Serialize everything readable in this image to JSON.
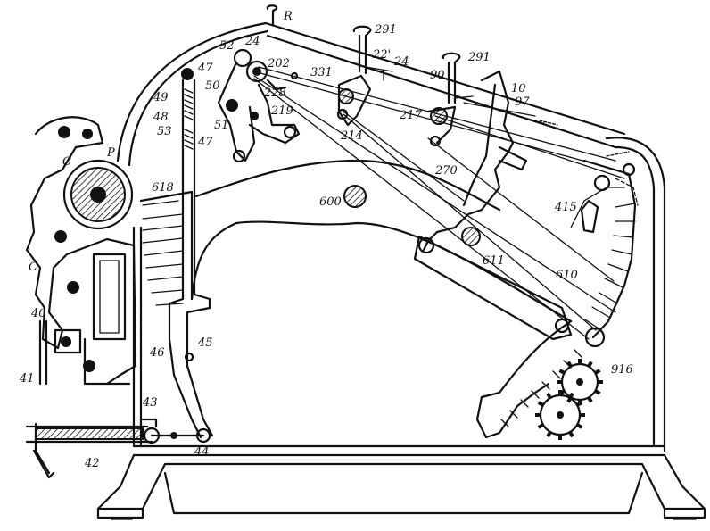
{
  "figure": {
    "labels": [
      {
        "id": "R",
        "text": "R"
      },
      {
        "id": "291a",
        "text": "291"
      },
      {
        "id": "291b",
        "text": "291"
      },
      {
        "id": "24a",
        "text": "24"
      },
      {
        "id": "24b",
        "text": "24"
      },
      {
        "id": "22",
        "text": "22'"
      },
      {
        "id": "52",
        "text": "52"
      },
      {
        "id": "202",
        "text": "202"
      },
      {
        "id": "331",
        "text": "331"
      },
      {
        "id": "90",
        "text": "90"
      },
      {
        "id": "10",
        "text": "10"
      },
      {
        "id": "97",
        "text": "97"
      },
      {
        "id": "47a",
        "text": "47"
      },
      {
        "id": "49",
        "text": "49"
      },
      {
        "id": "50",
        "text": "50"
      },
      {
        "id": "228",
        "text": "228"
      },
      {
        "id": "219",
        "text": "219"
      },
      {
        "id": "214",
        "text": "214"
      },
      {
        "id": "217",
        "text": "217"
      },
      {
        "id": "48",
        "text": "48"
      },
      {
        "id": "51",
        "text": "51"
      },
      {
        "id": "53",
        "text": "53"
      },
      {
        "id": "47b",
        "text": "47"
      },
      {
        "id": "270",
        "text": "270"
      },
      {
        "id": "C1",
        "text": "C"
      },
      {
        "id": "P",
        "text": "P"
      },
      {
        "id": "618",
        "text": "618"
      },
      {
        "id": "600",
        "text": "600"
      },
      {
        "id": "415",
        "text": "415"
      },
      {
        "id": "C2",
        "text": "C"
      },
      {
        "id": "611",
        "text": "611"
      },
      {
        "id": "610",
        "text": "610"
      },
      {
        "id": "40",
        "text": "40"
      },
      {
        "id": "45",
        "text": "45"
      },
      {
        "id": "46",
        "text": "46"
      },
      {
        "id": "41",
        "text": "41"
      },
      {
        "id": "916",
        "text": "916"
      },
      {
        "id": "43",
        "text": "43"
      },
      {
        "id": "42",
        "text": "42"
      },
      {
        "id": "44",
        "text": "44"
      }
    ]
  }
}
